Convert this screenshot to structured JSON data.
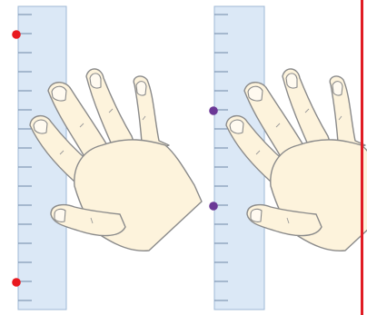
{
  "colors": {
    "background": "#ffffff",
    "ruler_fill": "#dbe8f6",
    "ruler_border": "#9fb8d6",
    "tick": "#6f87a5",
    "skin": "#fdf3dc",
    "skin_outline": "#8a8a8a",
    "nail": "#fffaf0",
    "red_marker": "#e8191f",
    "purple_marker": "#6b3896",
    "border_red": "#e01c24"
  },
  "panels": [
    {
      "id": "left",
      "marker_color_key": "red_marker",
      "markers": 2,
      "ticks": 16
    },
    {
      "id": "right",
      "marker_color_key": "purple_marker",
      "markers": 2,
      "ticks": 16
    }
  ],
  "icons": [
    "ruler-icon",
    "hand-icon",
    "measure-dot-icon"
  ]
}
